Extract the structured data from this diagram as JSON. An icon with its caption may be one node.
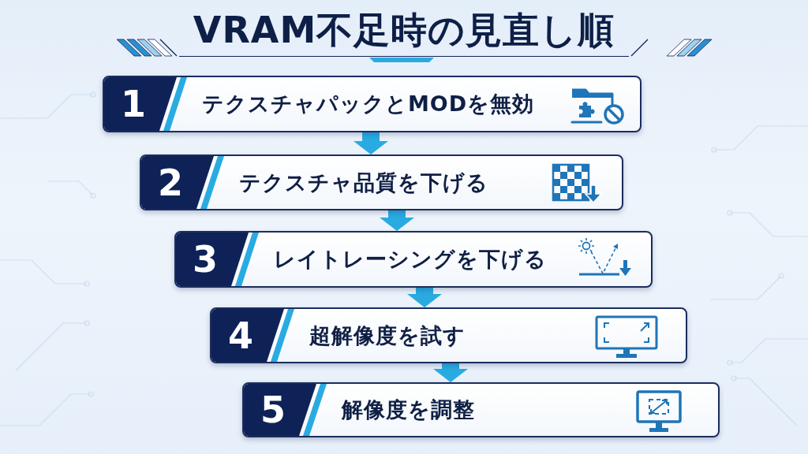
{
  "diagram": {
    "title": "VRAM不足時の見直し順",
    "nodes": [
      {
        "text": [
          "1",
          "テクスチャパックとMODを無効"
        ]
      },
      {
        "text": [
          "2",
          "テクスチャ品質を下げる"
        ]
      },
      {
        "text": [
          "3",
          "レイトレーシングを下げる"
        ]
      },
      {
        "text": [
          "4",
          "超解像度を試す"
        ]
      },
      {
        "text": [
          "5",
          "解像度を調整"
        ]
      }
    ],
    "edges": [
      {
        "from": 0,
        "to": 1,
        "arrow": "to"
      },
      {
        "from": 1,
        "to": 2,
        "arrow": "to"
      },
      {
        "from": 2,
        "to": 3,
        "arrow": "to"
      },
      {
        "from": 3,
        "to": 4,
        "arrow": "to"
      }
    ]
  }
}
